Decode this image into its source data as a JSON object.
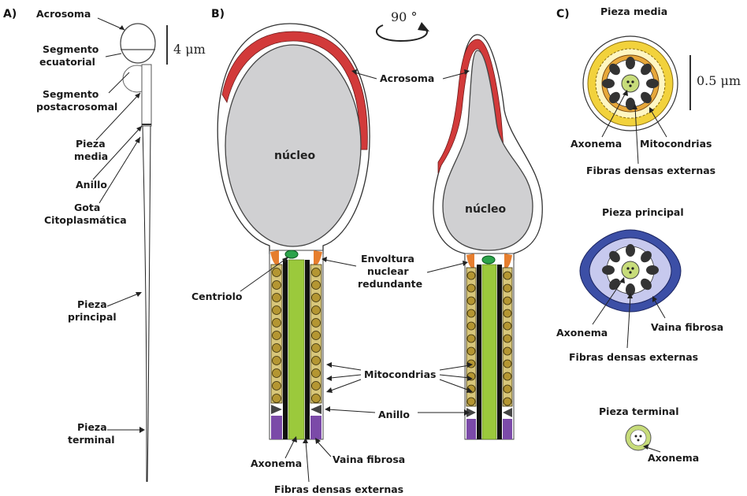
{
  "panels": {
    "a": "A)",
    "b": "B)",
    "c": "C)"
  },
  "rotation": "90 °",
  "panel_a": {
    "scale": "4 μm",
    "acrosoma": "Acrosoma",
    "seg_ecuatorial_1": "Segmento",
    "seg_ecuatorial_2": "ecuatorial",
    "seg_postacro_1": "Segmento",
    "seg_postacro_2": "postacrosomal",
    "pieza_media_1": "Pieza",
    "pieza_media_2": "media",
    "anillo": "Anillo",
    "gota_1": "Gota",
    "gota_2": "Citoplasmática",
    "principal_1": "Pieza",
    "principal_2": "principal",
    "terminal_1": "Pieza",
    "terminal_2": "terminal"
  },
  "panel_b": {
    "acrosoma": "Acrosoma",
    "nucleo_left": "núcleo",
    "nucleo_right": "núcleo",
    "centriolo": "Centriolo",
    "envoltura_1": "Envoltura",
    "envoltura_2": "nuclear",
    "envoltura_3": "redundante",
    "mitocondrias": "Mitocondrias",
    "anillo": "Anillo",
    "axonema": "Axonema",
    "vaina": "Vaina fibrosa",
    "fibras": "Fibras densas externas"
  },
  "panel_c": {
    "media_title": "Pieza  media",
    "scale": "0.5 μm",
    "axonema_1": "Axonema",
    "mitocondrias": "Mitocondrias",
    "fibras_1": "Fibras densas externas",
    "principal_title": "Pieza  principal",
    "axonema_2": "Axonema",
    "vaina": "Vaina fibrosa",
    "fibras_2": "Fibras densas externas",
    "terminal_title": "Pieza terminal",
    "axonema_3": "Axonema"
  },
  "colors": {
    "acrosome": "#d23a3a",
    "nucleus": "#d0d0d2",
    "mitochondria": "#c9b24a",
    "axoneme": "#9bc93c",
    "fibrous_sheath": "#7b4aa8",
    "centriole": "#2ca24a",
    "envelope": "#e67e2e",
    "principal_ring": "#3c4fa6",
    "midpiece_ring": "#f2d23c"
  }
}
